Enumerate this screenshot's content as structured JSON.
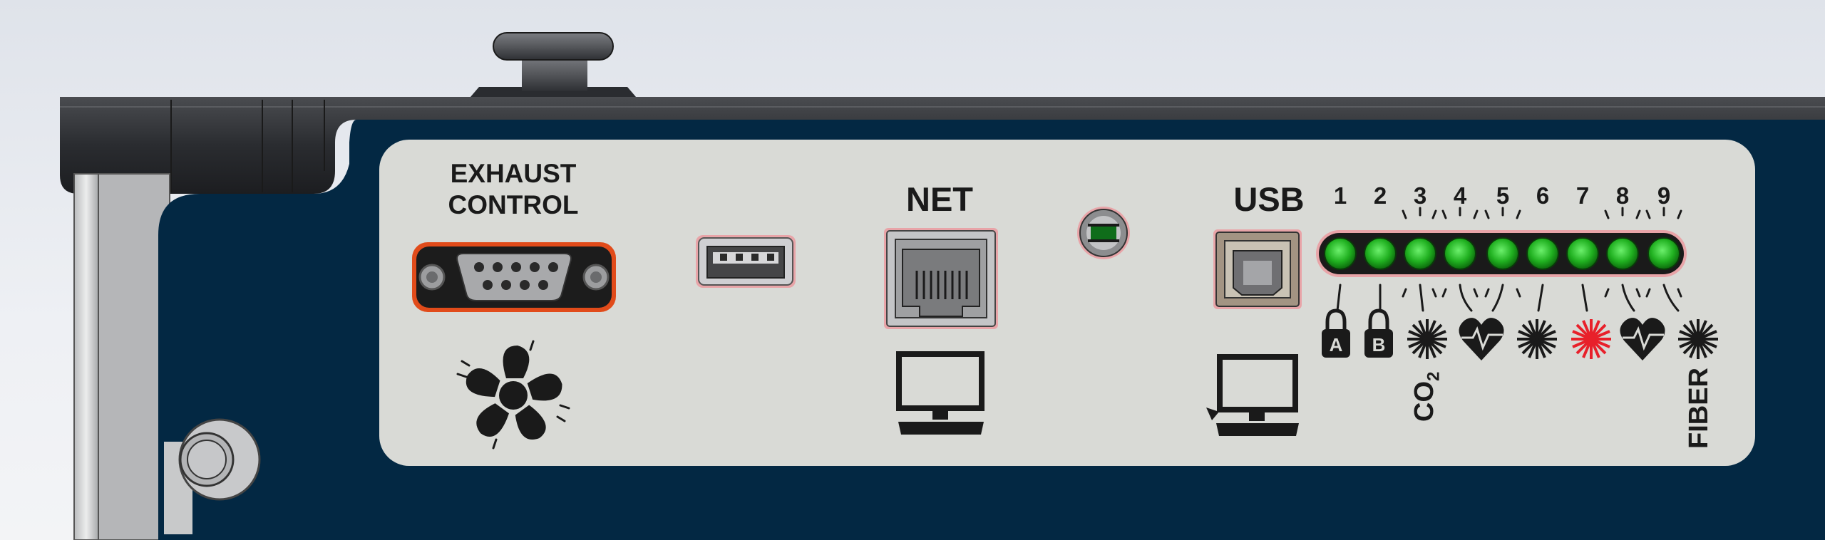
{
  "labels": {
    "exhaust_line1": "EXHAUST",
    "exhaust_line2": "CONTROL",
    "net": "NET",
    "usb": "USB",
    "co2_main": "CO",
    "co2_sub": "2",
    "fiber": "FIBER"
  },
  "led_numbers": [
    "1",
    "2",
    "3",
    "4",
    "5",
    "6",
    "7",
    "8",
    "9"
  ],
  "icon_row_lock_letters": {
    "a": "A",
    "b": "B"
  },
  "leds": {
    "count": 9,
    "state": [
      "on",
      "on",
      "on",
      "on",
      "on",
      "on",
      "on",
      "on",
      "on"
    ],
    "color_on": "#22b322"
  },
  "indicator_icons": [
    "lock-a-icon",
    "lock-b-icon",
    "co2-laser-star-icon",
    "heartbeat-icon",
    "laser-star-icon",
    "red-laser-star-icon",
    "heartbeat-icon",
    "fiber-laser-star-icon"
  ],
  "colors": {
    "panel_navy": "#032843",
    "panel_plate": "#d9dad6",
    "housing": "#2b2d31",
    "red_laser": "#e8202a",
    "port_highlight": "#e14b1a"
  }
}
